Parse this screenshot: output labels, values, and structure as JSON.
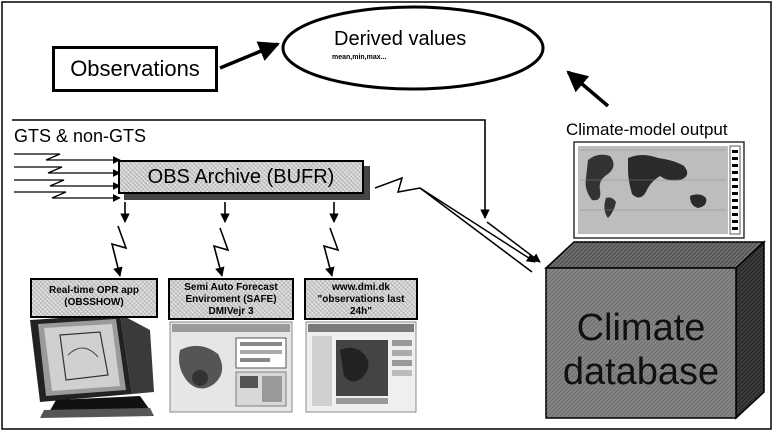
{
  "nodes": {
    "observations": "Observations",
    "derived_title": "Derived values",
    "derived_sub": "mean,min,max...",
    "gts_label": "GTS & non-GTS",
    "obs_archive": "OBS Archive (BUFR)",
    "climate_model": "Climate-model output",
    "app1": [
      "Real-time OPR app",
      "(OBSSHOW)"
    ],
    "app2": [
      "Semi Auto Forecast",
      "Enviroment (SAFE)",
      "DMIVejr 3"
    ],
    "app3": [
      "www.dmi.dk",
      "\"observations last",
      "24h\""
    ],
    "climate_db": [
      "Climate",
      "database"
    ]
  }
}
